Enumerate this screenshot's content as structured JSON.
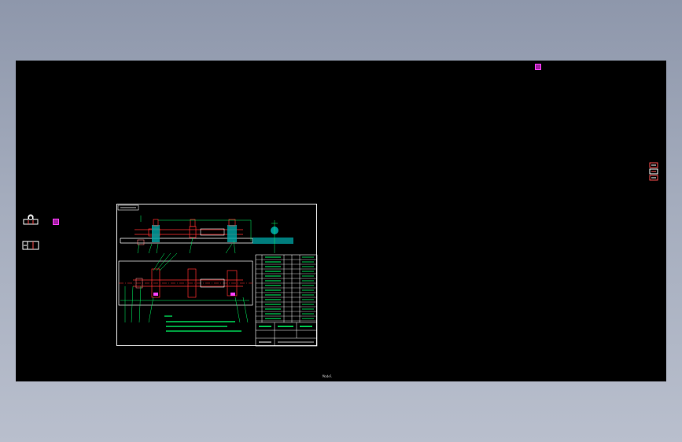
{
  "canvas": {
    "background": "#000000",
    "status_text": "Model"
  },
  "drawing": {
    "frame_color": "#ffffff",
    "part_color": "#ff3030",
    "dim_color": "#00ff66",
    "hatch_color": "#00c8c8",
    "note_title": "技术要求",
    "bom_title": "明细表"
  },
  "icons": {
    "marker_color": "#a020a0",
    "marker_border": "#ff40ff"
  }
}
